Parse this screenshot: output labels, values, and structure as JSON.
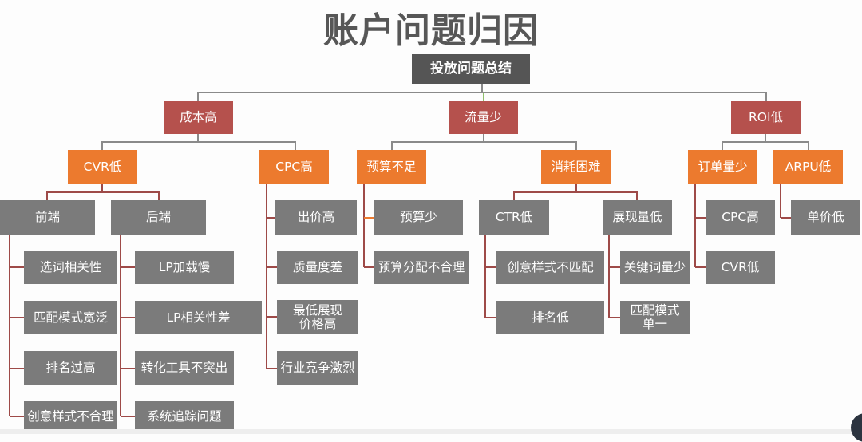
{
  "title": "账户问题归因",
  "root": "投放问题总结",
  "colors": {
    "root": "#555555",
    "level1": "#b5514d",
    "level2": "#ec7a2e",
    "level3": "#7b7b7b",
    "connector_gray": "#8a8a8a",
    "connector_red": "#9e4a48",
    "connector_orange": "#ec7a2e"
  },
  "nodes": {
    "cost_high": "成本高",
    "traffic_low": "流量少",
    "roi_low": "ROI低",
    "cvr_low": "CVR低",
    "cpc_high": "CPC高",
    "budget_short": "预算不足",
    "spend_hard": "消耗困难",
    "orders_few": "订单量少",
    "arpu_low": "ARPU低",
    "frontend": "前端",
    "backend": "后端",
    "frontend_items": [
      "选词相关性",
      "匹配模式宽泛",
      "排名过高",
      "创意样式不合理"
    ],
    "backend_items": [
      "LP加载慢",
      "LP相关性差",
      "转化工具不突出",
      "系统追踪问题"
    ],
    "cpc_items": [
      "出价高",
      "质量度差",
      "最低展现\n价格高",
      "行业竞争激烈"
    ],
    "budget_items": [
      "预算少",
      "预算分配不合理"
    ],
    "ctr_low": "CTR低",
    "impr_low": "展现量低",
    "ctr_items": [
      "创意样式不匹配",
      "排名低"
    ],
    "impr_items": [
      "关键词量少",
      "匹配模式\n单一"
    ],
    "orders_items": [
      "CPC高",
      "CVR低"
    ],
    "arpu_items": [
      "单价低"
    ]
  }
}
